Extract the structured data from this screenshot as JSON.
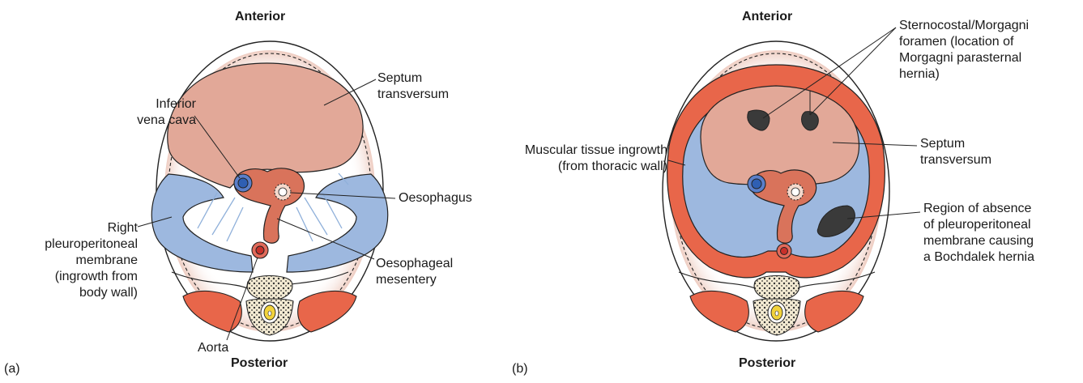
{
  "panel_a": {
    "tag": "(a)",
    "anterior": "Anterior",
    "posterior": "Posterior",
    "septum": "Septum\ntransversum",
    "ivc": "Inferior\nvena cava",
    "oesophagus": "Oesophagus",
    "right_ppm": "Right\npleuroperitoneal\nmembrane\n(ingrowth from\nbody wall)",
    "mesentery": "Oesophageal\nmesentery",
    "aorta": "Aorta"
  },
  "panel_b": {
    "tag": "(b)",
    "anterior": "Anterior",
    "posterior": "Posterior",
    "morgagni": "Sternocostal/Morgagni\nforamen (location of\nMorgagni parasternal\nhernia)",
    "muscular": "Muscular tissue ingrowth\n(from thoracic wall)",
    "septum": "Septum\ntransversum",
    "bochdalek": "Region of absence\nof pleuroperitoneal\nmembrane causing\na Bochdalek hernia"
  },
  "colors": {
    "septum": "#e2a898",
    "membrane": "#9db8df",
    "muscle": "#e8664a",
    "mesentery": "#d9735b",
    "vessel_blue": "#2f5fb3",
    "aorta_red": "#c8302a",
    "hernia": "#3a3a3a",
    "spinal_cord": "#f2d33c"
  }
}
